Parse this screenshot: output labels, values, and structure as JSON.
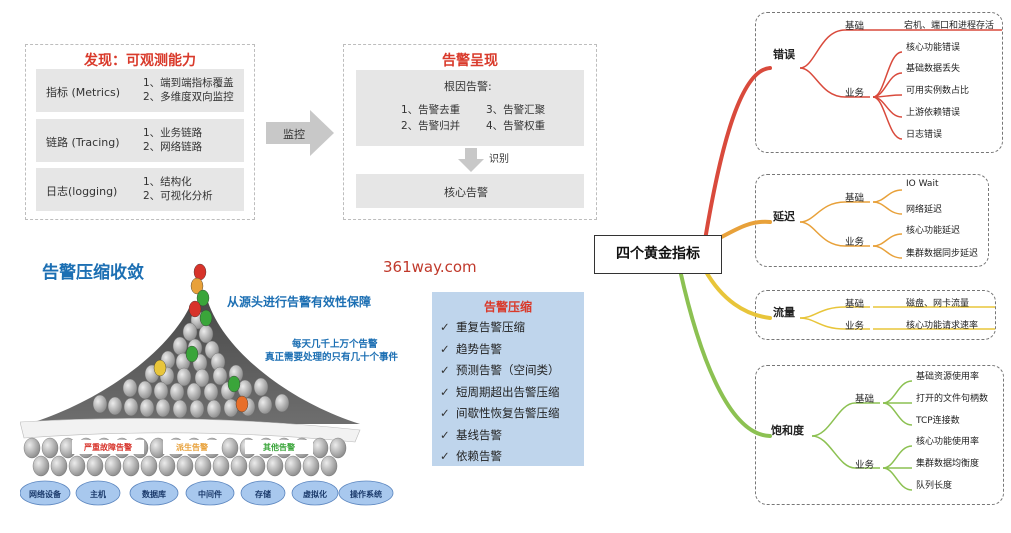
{
  "discover": {
    "title": "发现：可观测能力",
    "rows": [
      {
        "label": "指标 (Metrics)",
        "items": [
          "1、端到端指标覆盖",
          "2、多维度双向监控"
        ]
      },
      {
        "label": "链路 (Tracing)",
        "items": [
          "1、业务链路",
          "2、网络链路"
        ]
      },
      {
        "label": "日志(logging)",
        "items": [
          "1、结构化",
          "2、可视化分析"
        ]
      }
    ]
  },
  "monitor_label": "监控",
  "alert": {
    "title": "告警呈现",
    "root_title": "根因告警:",
    "root_items": [
      "1、告警去重",
      "3、告警汇聚",
      "2、告警归并",
      "4、告警权重"
    ],
    "identify_label": "识别",
    "core_label": "核心告警"
  },
  "compression": {
    "title": "告警压缩收敛",
    "source_text": "从源头进行告警有效性保障",
    "daily_text_1": "每天几千上万个告警",
    "daily_text_2": "真正需要处理的只有几十个事件",
    "band_labels": [
      "严重故障告警",
      "派生告警",
      "其他告警"
    ],
    "bottom_labels": [
      "网络设备",
      "主机",
      "数据库",
      "中间件",
      "存储",
      "虚拟化",
      "操作系统"
    ]
  },
  "watermark": "361way.com",
  "compression_list": {
    "title": "告警压缩",
    "items": [
      "重复告警压缩",
      "趋势告警",
      "预测告警（空间类）",
      "短周期超出告警压缩",
      "间歇性恢复告警压缩",
      "基线告警",
      "依赖告警"
    ]
  },
  "mindmap": {
    "center": "四个黄金指标",
    "colors": {
      "error": "#d94a3c",
      "latency": "#e8a13a",
      "traffic": "#e8c53a",
      "saturation": "#8cc152"
    },
    "categories": [
      {
        "name": "错误",
        "groups": [
          {
            "name": "基础",
            "leaves": [
              "宕机、端口和进程存活"
            ]
          },
          {
            "name": "业务",
            "leaves": [
              "核心功能错误",
              "基础数据丢失",
              "可用实例数占比",
              "上游依赖错误",
              "日志错误"
            ]
          }
        ]
      },
      {
        "name": "延迟",
        "groups": [
          {
            "name": "基础",
            "leaves": [
              "IO Wait",
              "网络延迟"
            ]
          },
          {
            "name": "业务",
            "leaves": [
              "核心功能延迟",
              "集群数据同步延迟"
            ]
          }
        ]
      },
      {
        "name": "流量",
        "groups": [
          {
            "name": "基础",
            "leaves": [
              "磁盘、网卡流量"
            ]
          },
          {
            "name": "业务",
            "leaves": [
              "核心功能请求速率"
            ]
          }
        ]
      },
      {
        "name": "饱和度",
        "groups": [
          {
            "name": "基础",
            "leaves": [
              "基础资源使用率",
              "打开的文件句柄数",
              "TCP连接数"
            ]
          },
          {
            "name": "业务",
            "leaves": [
              "核心功能使用率",
              "集群数据均衡度",
              "队列长度"
            ]
          }
        ]
      }
    ]
  }
}
